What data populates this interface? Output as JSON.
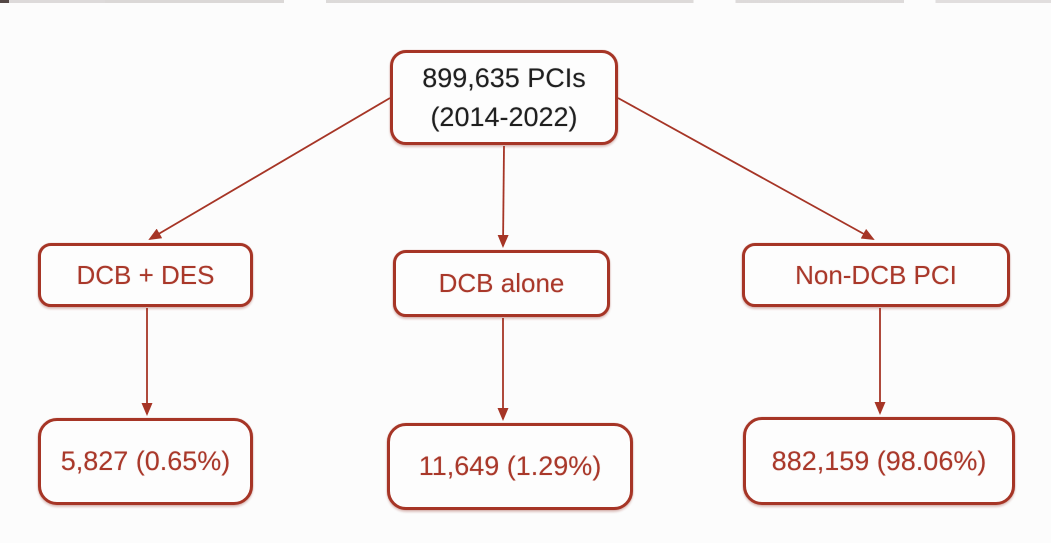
{
  "figure": {
    "type": "flowchart",
    "description": "PCI cohort breakdown flowchart",
    "colors": {
      "box_border": "#a63526",
      "branch_text": "#a9382a",
      "root_text": "#1f1f1f",
      "background": "#fcfcfc",
      "arrow": "#a63526"
    }
  },
  "root_node": {
    "label": "899,635 PCIs\n(2014-2022)",
    "line1": "899,635 PCIs",
    "line2": "(2014-2022)"
  },
  "branch_nodes": [
    {
      "id": "dcb-des",
      "label": "DCB + DES"
    },
    {
      "id": "dcb-alone",
      "label": "DCB alone"
    },
    {
      "id": "non-dcb",
      "label": "Non-DCB PCI"
    }
  ],
  "count_nodes": [
    {
      "id": "dcb-des-count",
      "label": "5,827 (0.65%)",
      "count": "5,827",
      "percent": "0.65%"
    },
    {
      "id": "dcb-alone-count",
      "label": "11,649 (1.29%)",
      "count": "11,649",
      "percent": "1.29%"
    },
    {
      "id": "non-dcb-count",
      "label": "882,159 (98.06%)",
      "count": "882,159",
      "percent": "98.06%"
    }
  ]
}
